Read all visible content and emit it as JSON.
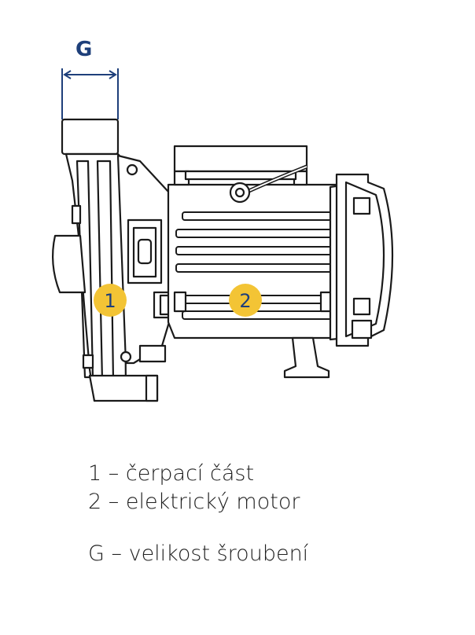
{
  "dimension_label": "G",
  "callouts": [
    {
      "number": "1"
    },
    {
      "number": "2"
    }
  ],
  "legend": [
    {
      "text": "1 – čerpací část"
    },
    {
      "text": "2 – elektrický motor"
    },
    {
      "text": "G – velikost šroubení"
    }
  ],
  "colors": {
    "badge_fill": "#f3c435",
    "badge_text": "#1e3f7a",
    "dimension": "#1e3f7a",
    "outline": "#1a1a1a"
  }
}
